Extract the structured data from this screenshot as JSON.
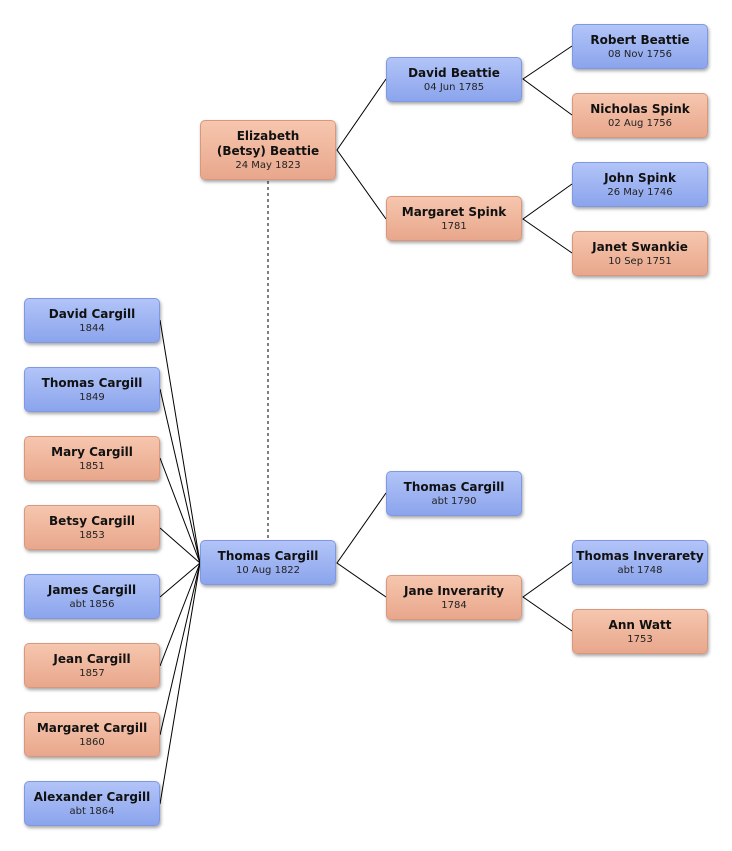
{
  "people": {
    "elizabeth": {
      "name": "Elizabeth (Betsy) Beattie",
      "date": "24 May 1823",
      "sex": "female"
    },
    "david_b": {
      "name": "David Beattie",
      "date": "04 Jun 1785",
      "sex": "male"
    },
    "margaret_s": {
      "name": "Margaret Spink",
      "date": "1781",
      "sex": "female"
    },
    "robert_b": {
      "name": "Robert Beattie",
      "date": "08 Nov 1756",
      "sex": "male"
    },
    "nicholas_s": {
      "name": "Nicholas Spink",
      "date": "02 Aug 1756",
      "sex": "female"
    },
    "john_s": {
      "name": "John Spink",
      "date": "26 May 1746",
      "sex": "male"
    },
    "janet_s": {
      "name": "Janet Swankie",
      "date": "10 Sep 1751",
      "sex": "female"
    },
    "thomas_c": {
      "name": "Thomas Cargill",
      "date": "10 Aug 1822",
      "sex": "male"
    },
    "thomas_c_f": {
      "name": "Thomas Cargill",
      "date": "abt 1790",
      "sex": "male"
    },
    "jane_i": {
      "name": "Jane Inverarity",
      "date": "1784",
      "sex": "female"
    },
    "thomas_i": {
      "name": "Thomas Inverarety",
      "date": "abt 1748",
      "sex": "male"
    },
    "ann_w": {
      "name": "Ann Watt",
      "date": "1753",
      "sex": "female"
    },
    "child1": {
      "name": "David Cargill",
      "date": "1844",
      "sex": "male"
    },
    "child2": {
      "name": "Thomas Cargill",
      "date": "1849",
      "sex": "male"
    },
    "child3": {
      "name": "Mary Cargill",
      "date": "1851",
      "sex": "female"
    },
    "child4": {
      "name": "Betsy Cargill",
      "date": "1853",
      "sex": "female"
    },
    "child5": {
      "name": "James Cargill",
      "date": "abt 1856",
      "sex": "male"
    },
    "child6": {
      "name": "Jean Cargill",
      "date": "1857",
      "sex": "female"
    },
    "child7": {
      "name": "Margaret Cargill",
      "date": "1860",
      "sex": "female"
    },
    "child8": {
      "name": "Alexander Cargill",
      "date": "abt 1864",
      "sex": "male"
    }
  },
  "colors": {
    "male": "#8ba4ec",
    "female": "#e8a78c",
    "line": "#000000"
  }
}
